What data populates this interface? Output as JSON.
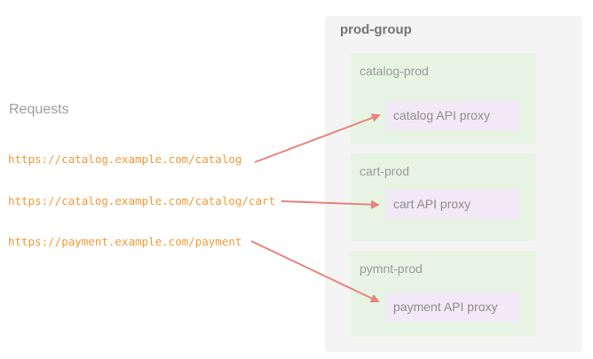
{
  "requests_panel": {
    "title": "Requests",
    "urls": [
      "https://catalog.example.com/catalog",
      "https://catalog.example.com/catalog/cart",
      "https://payment.example.com/payment"
    ]
  },
  "prod_group": {
    "label": "prod-group",
    "environments": [
      {
        "name": "catalog-prod",
        "proxy": "catalog API proxy"
      },
      {
        "name": "cart-prod",
        "proxy": "cart API proxy"
      },
      {
        "name": "pymnt-prod",
        "proxy": "payment API proxy"
      }
    ]
  },
  "arrows": [
    {
      "from_url": "https://catalog.example.com/catalog",
      "to_proxy": "catalog API proxy"
    },
    {
      "from_url": "https://catalog.example.com/catalog/cart",
      "to_proxy": "cart API proxy"
    },
    {
      "from_url": "https://payment.example.com/payment",
      "to_proxy": "payment API proxy"
    }
  ],
  "colors": {
    "url_text": "#f49b38",
    "arrow": "#e8837e",
    "group_background": "#f4f4f4",
    "environment_background": "#e7f4e3",
    "proxy_background": "#f1e9f7",
    "heading_text": "#9e9e9e",
    "group_label_text": "#757575",
    "environment_label_text": "#9a9a9a",
    "proxy_text": "#8d8d8d"
  }
}
